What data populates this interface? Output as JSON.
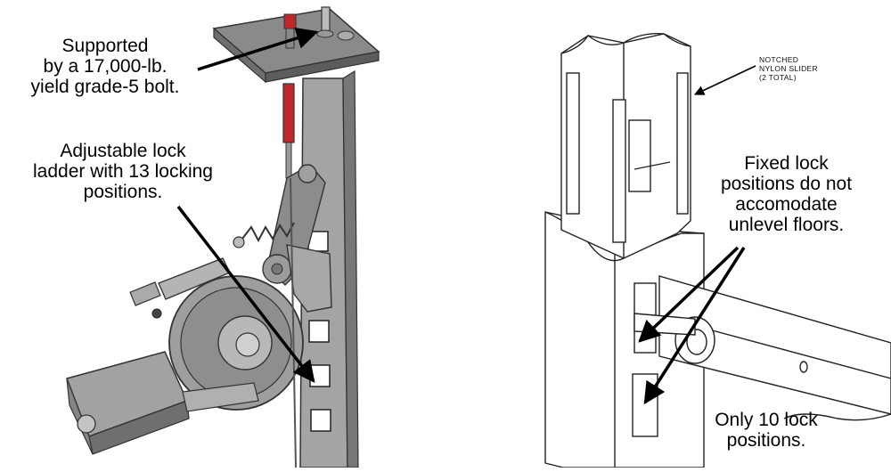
{
  "left_panel": {
    "bolt_callout": [
      "Supported",
      "by a 17,000-lb.",
      "yield grade-5 bolt."
    ],
    "ladder_callout": [
      "Adjustable lock",
      "ladder with 13 locking",
      "positions."
    ]
  },
  "right_panel": {
    "slider_label": [
      "NOTCHED",
      "NYLON SLIDER",
      "(2 TOTAL)"
    ],
    "fixed_callout": [
      "Fixed lock",
      "positions do not",
      "accomodate",
      "unlevel floors."
    ],
    "only_callout": [
      "Only 10 lock",
      "positions."
    ]
  },
  "colors": {
    "metal": "#9a9a9a",
    "metal_dark": "#6e6e6e",
    "cylinder_red": "#c0282c",
    "line": "#222222"
  }
}
